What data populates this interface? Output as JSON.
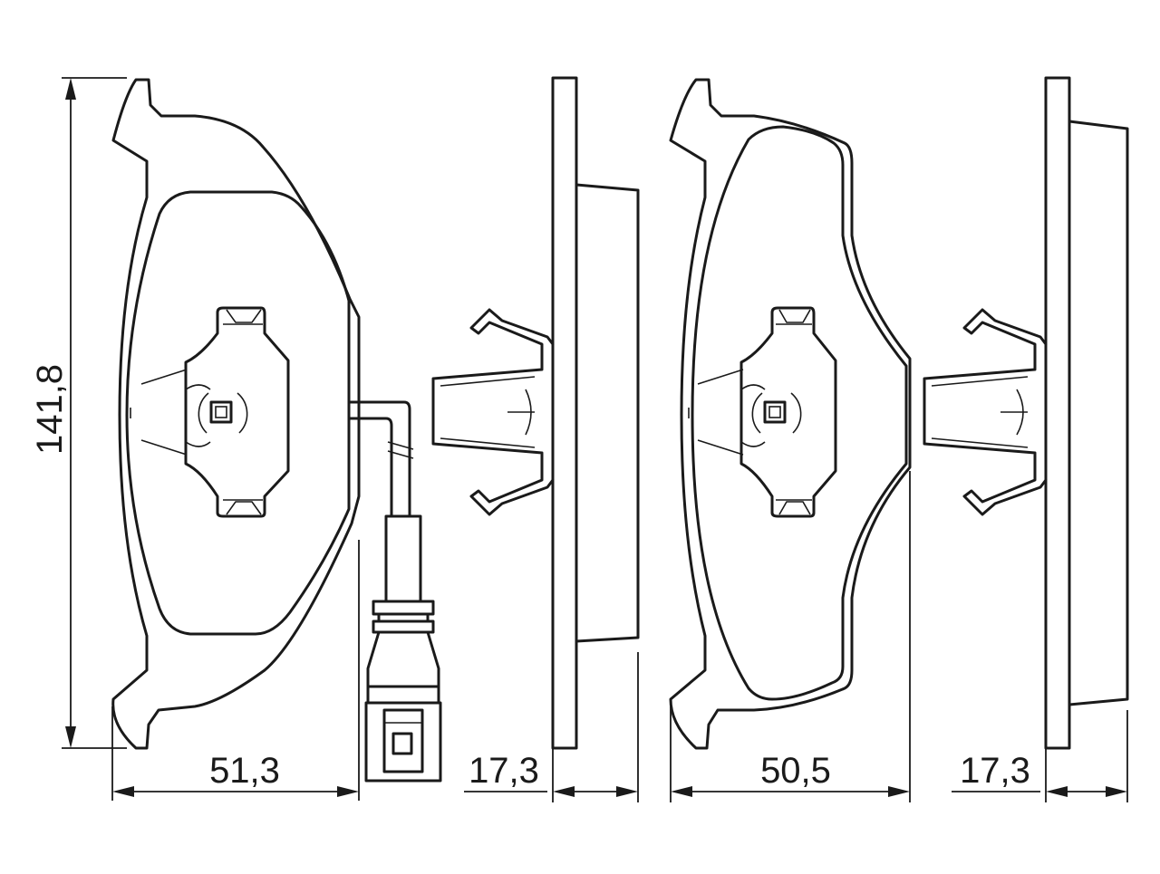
{
  "dimensions": {
    "height_total": "141,8",
    "pad1_width": "51,3",
    "pad1_thickness": "17,3",
    "pad2_width": "50,5",
    "pad2_thickness": "17,3"
  }
}
